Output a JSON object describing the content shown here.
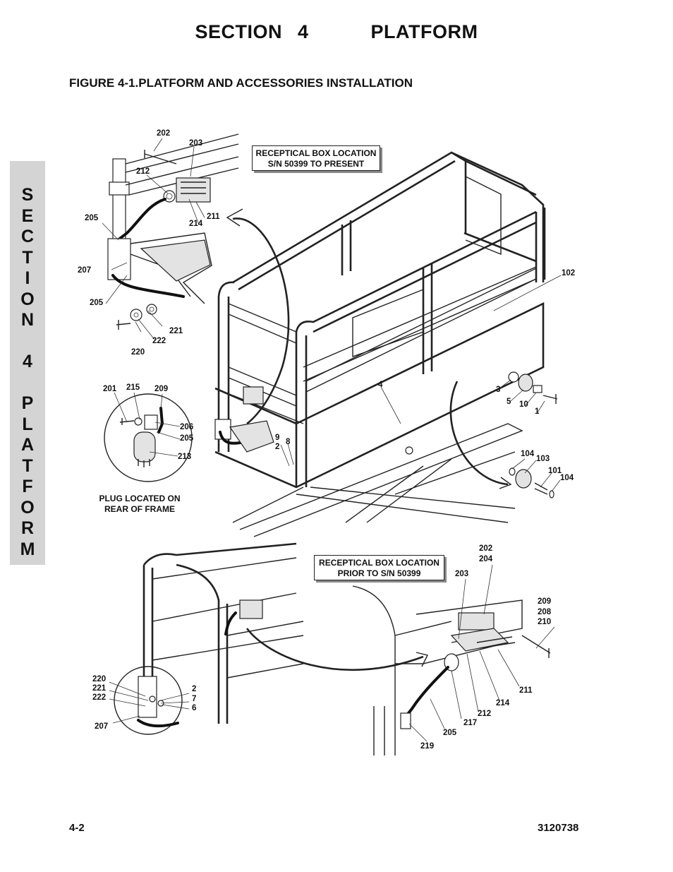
{
  "header": {
    "section_title": "SECTION 4    PLATFORM",
    "figure_title": "FIGURE 4-1.PLATFORM AND ACCESSORIES INSTALLATION"
  },
  "side_tab": {
    "letters": [
      "S",
      "E",
      "C",
      "T",
      "I",
      "O",
      "N",
      "",
      "4",
      "",
      "P",
      "L",
      "A",
      "T",
      "F",
      "O",
      "R",
      "M"
    ]
  },
  "notes": {
    "present": "RECEPTICAL BOX LOCATION\nS/N 50399 TO PRESENT",
    "prior": "RECEPTICAL BOX LOCATION\nPRIOR TO S/N 50399",
    "plug": "PLUG LOCATED ON\nREAR OF FRAME"
  },
  "callouts": {
    "c202a": "202",
    "c203a": "203",
    "c212a": "212",
    "c205a": "205",
    "c211a": "211",
    "c214a": "214",
    "c207a": "207",
    "c205b": "205",
    "c221a": "221",
    "c222a": "222",
    "c220a": "220",
    "c201": "201",
    "c215": "215",
    "c209a": "209",
    "c206": "206",
    "c205c": "205",
    "c213": "213",
    "c102": "102",
    "c4": "4",
    "c3": "3",
    "c5": "5",
    "c10": "10",
    "c1": "1",
    "c9": "9",
    "c2a": "2",
    "c8": "8",
    "c104a": "104",
    "c103": "103",
    "c101": "101",
    "c104b": "104",
    "c202b": "202",
    "c204": "204",
    "c203b": "203",
    "c209b": "209",
    "c208": "208",
    "c210": "210",
    "c220b": "220",
    "c221b": "221",
    "c222b": "222",
    "c2b": "2",
    "c7": "7",
    "c6": "6",
    "c207b": "207",
    "c211b": "211",
    "c214b": "214",
    "c212b": "212",
    "c217": "217",
    "c205d": "205",
    "c219": "219"
  },
  "footer": {
    "page_number": "4-2",
    "doc_number": "3120738"
  }
}
